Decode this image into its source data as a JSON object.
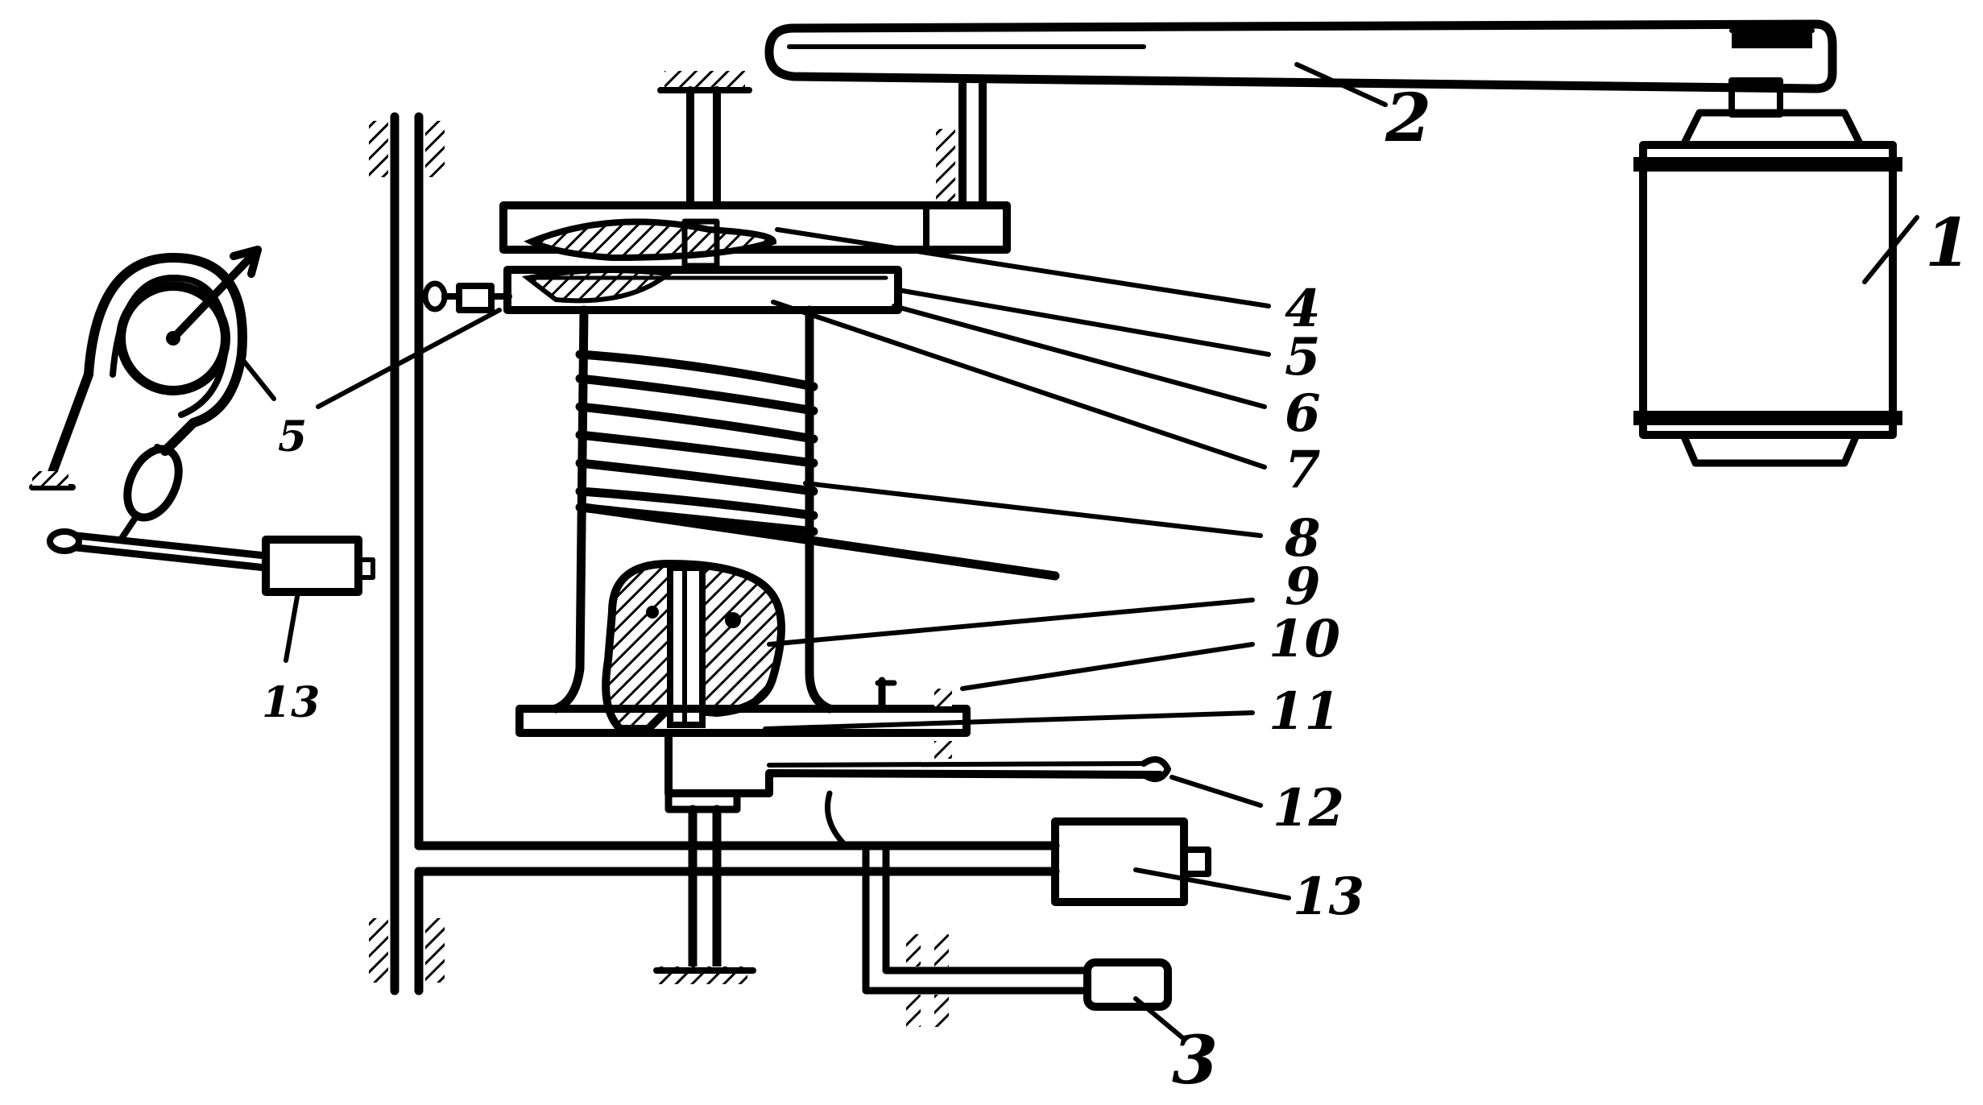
{
  "diagram": {
    "labels": {
      "l1": "1",
      "l2": "2",
      "l3": "3",
      "l4": "4",
      "l5_right": "5",
      "l5_left": "5",
      "l6": "6",
      "l7": "7",
      "l8": "8",
      "l9": "9",
      "l10": "10",
      "l11": "11",
      "l12": "12",
      "l13_right": "13",
      "l13_left": "13"
    },
    "colors": {
      "ink": "#000000",
      "paper": "#ffffff"
    }
  }
}
